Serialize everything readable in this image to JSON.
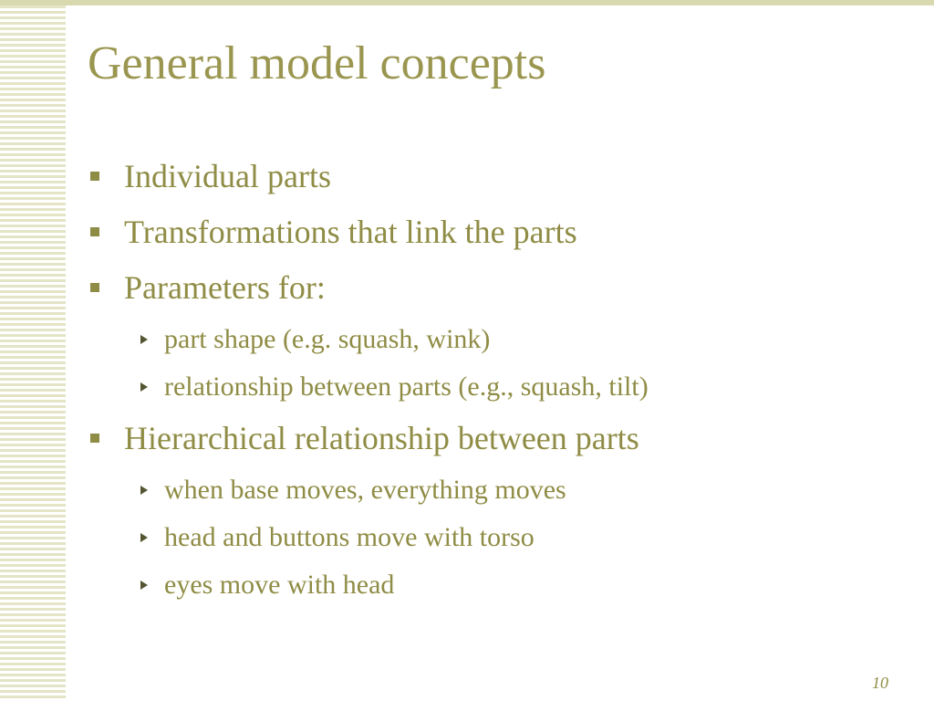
{
  "slide": {
    "title": "General model concepts",
    "bullets": [
      {
        "level": 1,
        "text": "Individual parts"
      },
      {
        "level": 1,
        "text": "Transformations that link the parts"
      },
      {
        "level": 1,
        "text": "Parameters for:"
      },
      {
        "level": 2,
        "text": "part shape (e.g. squash, wink)"
      },
      {
        "level": 2,
        "text": "relationship between parts (e.g., squash, tilt)"
      },
      {
        "level": 1,
        "text": "Hierarchical relationship between parts"
      },
      {
        "level": 2,
        "text": "when base moves, everything moves"
      },
      {
        "level": 2,
        "text": "head and buttons move with torso"
      },
      {
        "level": 2,
        "text": "eyes move with head"
      }
    ],
    "page_number": "10"
  },
  "colors": {
    "title": "#9a9650",
    "text": "#8f8c45",
    "stripe": "#e4e4c6",
    "sub_marker": "#555533"
  },
  "icons": {
    "level_1_marker": "square-bullet-icon",
    "level_2_marker": "triangle-bullet-icon"
  }
}
